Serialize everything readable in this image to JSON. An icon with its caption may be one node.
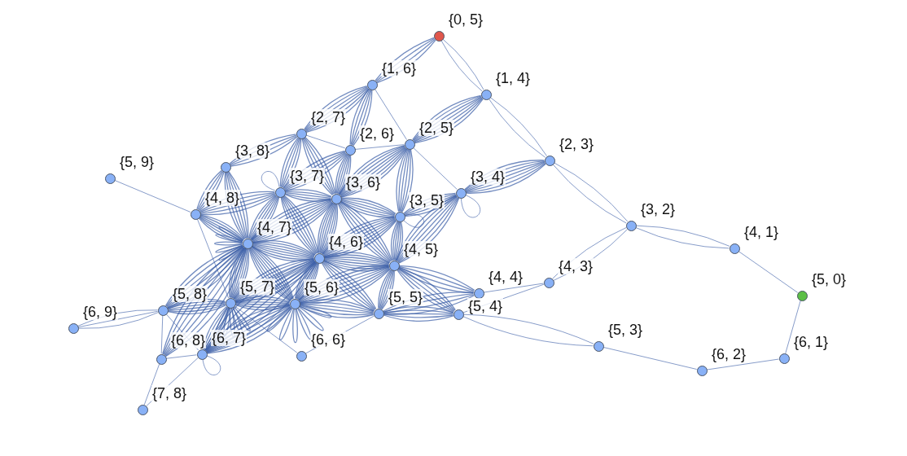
{
  "diagram": {
    "nodes": [
      {
        "text": [],
        "shape": "circle",
        "beside": [
          "{0, 5}"
        ]
      },
      {
        "text": [],
        "shape": "circle",
        "beside": [
          "{1, 6}"
        ]
      },
      {
        "text": [],
        "shape": "circle",
        "beside": [
          "{1, 4}"
        ]
      },
      {
        "text": [],
        "shape": "circle",
        "beside": [
          "{2, 7}"
        ]
      },
      {
        "text": [],
        "shape": "circle",
        "beside": [
          "{2, 5}"
        ]
      },
      {
        "text": [],
        "shape": "circle",
        "beside": [
          "{2, 6}"
        ]
      },
      {
        "text": [],
        "shape": "circle",
        "beside": [
          "{2, 3}"
        ]
      },
      {
        "text": [],
        "shape": "circle",
        "beside": [
          "{3, 8}"
        ]
      },
      {
        "text": [],
        "shape": "circle",
        "beside": [
          "{5, 9}"
        ]
      },
      {
        "text": [],
        "shape": "circle",
        "beside": [
          "{3, 7}"
        ]
      },
      {
        "text": [],
        "shape": "circle",
        "beside": [
          "{3, 4}"
        ]
      },
      {
        "text": [],
        "shape": "circle",
        "beside": [
          "{3, 6}"
        ]
      },
      {
        "text": [],
        "shape": "circle",
        "beside": [
          "{4, 8}"
        ]
      },
      {
        "text": [],
        "shape": "circle",
        "beside": [
          "{3, 5}"
        ]
      },
      {
        "text": [],
        "shape": "circle",
        "beside": [
          "{3, 2}"
        ]
      },
      {
        "text": [],
        "shape": "circle",
        "beside": [
          "{4, 7}"
        ]
      },
      {
        "text": [],
        "shape": "circle",
        "beside": [
          "{4, 1}"
        ]
      },
      {
        "text": [],
        "shape": "circle",
        "beside": [
          "{4, 6}"
        ]
      },
      {
        "text": [],
        "shape": "circle",
        "beside": [
          "{4, 5}"
        ]
      },
      {
        "text": [],
        "shape": "circle",
        "beside": [
          "{4, 3}"
        ]
      },
      {
        "text": [],
        "shape": "circle",
        "beside": [
          "{4, 4}"
        ]
      },
      {
        "text": [],
        "shape": "circle",
        "beside": [
          "{5, 0}"
        ]
      },
      {
        "text": [],
        "shape": "circle",
        "beside": [
          "{5, 7}"
        ]
      },
      {
        "text": [],
        "shape": "circle",
        "beside": [
          "{5, 6}"
        ]
      },
      {
        "text": [],
        "shape": "circle",
        "beside": [
          "{5, 8}"
        ]
      },
      {
        "text": [],
        "shape": "circle",
        "beside": [
          "{5, 5}"
        ]
      },
      {
        "text": [],
        "shape": "circle",
        "beside": [
          "{5, 4}"
        ]
      },
      {
        "text": [],
        "shape": "circle",
        "beside": [
          "{6, 9}"
        ]
      },
      {
        "text": [],
        "shape": "circle",
        "beside": [
          "{5, 3}"
        ]
      },
      {
        "text": [],
        "shape": "circle",
        "beside": [
          "{6, 7}"
        ]
      },
      {
        "text": [],
        "shape": "circle",
        "beside": [
          "{6, 6}"
        ]
      },
      {
        "text": [],
        "shape": "circle",
        "beside": [
          "{6, 8}"
        ]
      },
      {
        "text": [],
        "shape": "circle",
        "beside": [
          "{6, 1}"
        ]
      },
      {
        "text": [],
        "shape": "circle",
        "beside": [
          "{6, 2}"
        ]
      },
      {
        "text": [],
        "shape": "circle",
        "beside": [
          "{7, 8}"
        ]
      }
    ],
    "edges": [
      {
        "from": 0,
        "to": 1,
        "arrow": "none"
      },
      {
        "from": 0,
        "to": 1,
        "arrow": "none"
      },
      {
        "from": 0,
        "to": 1,
        "arrow": "none"
      },
      {
        "from": 0,
        "to": 1,
        "arrow": "none"
      },
      {
        "from": 0,
        "to": 2,
        "arrow": "none"
      },
      {
        "from": 0,
        "to": 2,
        "arrow": "none"
      },
      {
        "from": 1,
        "to": 3,
        "arrow": "none"
      },
      {
        "from": 1,
        "to": 3,
        "arrow": "none"
      },
      {
        "from": 1,
        "to": 3,
        "arrow": "none"
      },
      {
        "from": 1,
        "to": 3,
        "arrow": "none"
      },
      {
        "from": 1,
        "to": 3,
        "arrow": "none"
      },
      {
        "from": 1,
        "to": 3,
        "arrow": "none"
      },
      {
        "from": 1,
        "to": 5,
        "arrow": "none"
      },
      {
        "from": 1,
        "to": 5,
        "arrow": "none"
      },
      {
        "from": 1,
        "to": 5,
        "arrow": "none"
      },
      {
        "from": 1,
        "to": 5,
        "arrow": "none"
      },
      {
        "from": 1,
        "to": 5,
        "arrow": "none"
      },
      {
        "from": 1,
        "to": 4,
        "arrow": "none"
      },
      {
        "from": 2,
        "to": 4,
        "arrow": "none"
      },
      {
        "from": 2,
        "to": 4,
        "arrow": "none"
      },
      {
        "from": 2,
        "to": 4,
        "arrow": "none"
      },
      {
        "from": 2,
        "to": 4,
        "arrow": "none"
      },
      {
        "from": 2,
        "to": 4,
        "arrow": "none"
      },
      {
        "from": 2,
        "to": 4,
        "arrow": "none"
      },
      {
        "from": 2,
        "to": 4,
        "arrow": "none"
      },
      {
        "from": 2,
        "to": 6,
        "arrow": "none"
      },
      {
        "from": 2,
        "to": 6,
        "arrow": "none"
      },
      {
        "from": 3,
        "to": 5,
        "arrow": "none"
      },
      {
        "from": 3,
        "to": 7,
        "arrow": "none"
      },
      {
        "from": 3,
        "to": 7,
        "arrow": "none"
      },
      {
        "from": 3,
        "to": 7,
        "arrow": "none"
      },
      {
        "from": 3,
        "to": 7,
        "arrow": "none"
      },
      {
        "from": 3,
        "to": 9,
        "arrow": "none"
      },
      {
        "from": 3,
        "to": 9,
        "arrow": "none"
      },
      {
        "from": 3,
        "to": 9,
        "arrow": "none"
      },
      {
        "from": 3,
        "to": 9,
        "arrow": "none"
      },
      {
        "from": 3,
        "to": 9,
        "arrow": "none"
      },
      {
        "from": 3,
        "to": 11,
        "arrow": "none"
      },
      {
        "from": 3,
        "to": 11,
        "arrow": "none"
      },
      {
        "from": 3,
        "to": 11,
        "arrow": "none"
      },
      {
        "from": 3,
        "to": 11,
        "arrow": "none"
      },
      {
        "from": 3,
        "to": 11,
        "arrow": "none"
      },
      {
        "from": 5,
        "to": 4,
        "arrow": "none"
      },
      {
        "from": 5,
        "to": 9,
        "arrow": "none"
      },
      {
        "from": 5,
        "to": 9,
        "arrow": "none"
      },
      {
        "from": 5,
        "to": 9,
        "arrow": "none"
      },
      {
        "from": 5,
        "to": 9,
        "arrow": "none"
      },
      {
        "from": 5,
        "to": 9,
        "arrow": "none"
      },
      {
        "from": 5,
        "to": 11,
        "arrow": "none"
      },
      {
        "from": 5,
        "to": 11,
        "arrow": "none"
      },
      {
        "from": 5,
        "to": 11,
        "arrow": "none"
      },
      {
        "from": 5,
        "to": 11,
        "arrow": "none"
      },
      {
        "from": 5,
        "to": 11,
        "arrow": "none"
      },
      {
        "from": 5,
        "to": 11,
        "arrow": "none"
      },
      {
        "from": 4,
        "to": 11,
        "arrow": "none"
      },
      {
        "from": 4,
        "to": 11,
        "arrow": "none"
      },
      {
        "from": 4,
        "to": 11,
        "arrow": "none"
      },
      {
        "from": 4,
        "to": 11,
        "arrow": "none"
      },
      {
        "from": 4,
        "to": 11,
        "arrow": "none"
      },
      {
        "from": 4,
        "to": 11,
        "arrow": "none"
      },
      {
        "from": 4,
        "to": 11,
        "arrow": "none"
      },
      {
        "from": 4,
        "to": 11,
        "arrow": "none"
      },
      {
        "from": 4,
        "to": 13,
        "arrow": "none"
      },
      {
        "from": 4,
        "to": 13,
        "arrow": "none"
      },
      {
        "from": 4,
        "to": 13,
        "arrow": "none"
      },
      {
        "from": 4,
        "to": 13,
        "arrow": "none"
      },
      {
        "from": 4,
        "to": 13,
        "arrow": "none"
      },
      {
        "from": 4,
        "to": 13,
        "arrow": "none"
      },
      {
        "from": 4,
        "to": 10,
        "arrow": "none"
      },
      {
        "from": 6,
        "to": 10,
        "arrow": "none"
      },
      {
        "from": 6,
        "to": 10,
        "arrow": "none"
      },
      {
        "from": 6,
        "to": 10,
        "arrow": "none"
      },
      {
        "from": 6,
        "to": 10,
        "arrow": "none"
      },
      {
        "from": 6,
        "to": 10,
        "arrow": "none"
      },
      {
        "from": 6,
        "to": 10,
        "arrow": "none"
      },
      {
        "from": 6,
        "to": 10,
        "arrow": "none"
      },
      {
        "from": 6,
        "to": 14,
        "arrow": "none"
      },
      {
        "from": 6,
        "to": 14,
        "arrow": "none"
      },
      {
        "from": 7,
        "to": 12,
        "arrow": "none"
      },
      {
        "from": 7,
        "to": 12,
        "arrow": "none"
      },
      {
        "from": 7,
        "to": 12,
        "arrow": "none"
      },
      {
        "from": 7,
        "to": 12,
        "arrow": "none"
      },
      {
        "from": 7,
        "to": 15,
        "arrow": "none"
      },
      {
        "from": 7,
        "to": 15,
        "arrow": "none"
      },
      {
        "from": 7,
        "to": 15,
        "arrow": "none"
      },
      {
        "from": 7,
        "to": 15,
        "arrow": "none"
      },
      {
        "from": 7,
        "to": 15,
        "arrow": "none"
      },
      {
        "from": 7,
        "to": 15,
        "arrow": "none"
      },
      {
        "from": 8,
        "to": 12,
        "arrow": "none"
      },
      {
        "from": 9,
        "to": 9,
        "arrow": "none"
      },
      {
        "from": 9,
        "to": 12,
        "arrow": "none"
      },
      {
        "from": 9,
        "to": 12,
        "arrow": "none"
      },
      {
        "from": 9,
        "to": 12,
        "arrow": "none"
      },
      {
        "from": 9,
        "to": 12,
        "arrow": "none"
      },
      {
        "from": 9,
        "to": 12,
        "arrow": "none"
      },
      {
        "from": 9,
        "to": 11,
        "arrow": "none"
      },
      {
        "from": 9,
        "to": 11,
        "arrow": "none"
      },
      {
        "from": 9,
        "to": 11,
        "arrow": "none"
      },
      {
        "from": 9,
        "to": 11,
        "arrow": "none"
      },
      {
        "from": 9,
        "to": 11,
        "arrow": "none"
      },
      {
        "from": 9,
        "to": 15,
        "arrow": "none"
      },
      {
        "from": 9,
        "to": 15,
        "arrow": "none"
      },
      {
        "from": 9,
        "to": 15,
        "arrow": "none"
      },
      {
        "from": 9,
        "to": 15,
        "arrow": "none"
      },
      {
        "from": 9,
        "to": 15,
        "arrow": "none"
      },
      {
        "from": 9,
        "to": 15,
        "arrow": "none"
      },
      {
        "from": 9,
        "to": 17,
        "arrow": "none"
      },
      {
        "from": 9,
        "to": 17,
        "arrow": "none"
      },
      {
        "from": 9,
        "to": 17,
        "arrow": "none"
      },
      {
        "from": 9,
        "to": 17,
        "arrow": "none"
      },
      {
        "from": 9,
        "to": 17,
        "arrow": "none"
      },
      {
        "from": 9,
        "to": 17,
        "arrow": "none"
      },
      {
        "from": 10,
        "to": 10,
        "arrow": "none"
      },
      {
        "from": 10,
        "to": 13,
        "arrow": "none"
      },
      {
        "from": 10,
        "to": 13,
        "arrow": "none"
      },
      {
        "from": 10,
        "to": 13,
        "arrow": "none"
      },
      {
        "from": 10,
        "to": 13,
        "arrow": "none"
      },
      {
        "from": 10,
        "to": 13,
        "arrow": "none"
      },
      {
        "from": 10,
        "to": 18,
        "arrow": "none"
      },
      {
        "from": 10,
        "to": 18,
        "arrow": "none"
      },
      {
        "from": 10,
        "to": 18,
        "arrow": "none"
      },
      {
        "from": 10,
        "to": 18,
        "arrow": "none"
      },
      {
        "from": 10,
        "to": 18,
        "arrow": "none"
      },
      {
        "from": 10,
        "to": 18,
        "arrow": "none"
      },
      {
        "from": 10,
        "to": 18,
        "arrow": "none"
      },
      {
        "from": 11,
        "to": 13,
        "arrow": "none"
      },
      {
        "from": 11,
        "to": 13,
        "arrow": "none"
      },
      {
        "from": 11,
        "to": 13,
        "arrow": "none"
      },
      {
        "from": 11,
        "to": 13,
        "arrow": "none"
      },
      {
        "from": 11,
        "to": 13,
        "arrow": "none"
      },
      {
        "from": 11,
        "to": 13,
        "arrow": "none"
      },
      {
        "from": 11,
        "to": 15,
        "arrow": "none"
      },
      {
        "from": 11,
        "to": 15,
        "arrow": "none"
      },
      {
        "from": 11,
        "to": 15,
        "arrow": "none"
      },
      {
        "from": 11,
        "to": 15,
        "arrow": "none"
      },
      {
        "from": 11,
        "to": 15,
        "arrow": "none"
      },
      {
        "from": 11,
        "to": 15,
        "arrow": "none"
      },
      {
        "from": 11,
        "to": 15,
        "arrow": "none"
      },
      {
        "from": 11,
        "to": 15,
        "arrow": "none"
      },
      {
        "from": 11,
        "to": 17,
        "arrow": "none"
      },
      {
        "from": 11,
        "to": 17,
        "arrow": "none"
      },
      {
        "from": 11,
        "to": 17,
        "arrow": "none"
      },
      {
        "from": 11,
        "to": 17,
        "arrow": "none"
      },
      {
        "from": 11,
        "to": 17,
        "arrow": "none"
      },
      {
        "from": 11,
        "to": 17,
        "arrow": "none"
      },
      {
        "from": 11,
        "to": 17,
        "arrow": "none"
      },
      {
        "from": 11,
        "to": 17,
        "arrow": "none"
      },
      {
        "from": 11,
        "to": 18,
        "arrow": "none"
      },
      {
        "from": 11,
        "to": 18,
        "arrow": "none"
      },
      {
        "from": 11,
        "to": 18,
        "arrow": "none"
      },
      {
        "from": 11,
        "to": 18,
        "arrow": "none"
      },
      {
        "from": 11,
        "to": 18,
        "arrow": "none"
      },
      {
        "from": 11,
        "to": 18,
        "arrow": "none"
      },
      {
        "from": 12,
        "to": 15,
        "arrow": "none"
      },
      {
        "from": 12,
        "to": 15,
        "arrow": "none"
      },
      {
        "from": 12,
        "to": 15,
        "arrow": "none"
      },
      {
        "from": 12,
        "to": 15,
        "arrow": "none"
      },
      {
        "from": 12,
        "to": 15,
        "arrow": "none"
      },
      {
        "from": 12,
        "to": 15,
        "arrow": "none"
      },
      {
        "from": 12,
        "to": 22,
        "arrow": "none"
      },
      {
        "from": 13,
        "to": 13,
        "arrow": "none"
      },
      {
        "from": 13,
        "to": 17,
        "arrow": "none"
      },
      {
        "from": 13,
        "to": 17,
        "arrow": "none"
      },
      {
        "from": 13,
        "to": 17,
        "arrow": "none"
      },
      {
        "from": 13,
        "to": 17,
        "arrow": "none"
      },
      {
        "from": 13,
        "to": 17,
        "arrow": "none"
      },
      {
        "from": 13,
        "to": 17,
        "arrow": "none"
      },
      {
        "from": 13,
        "to": 17,
        "arrow": "none"
      },
      {
        "from": 13,
        "to": 17,
        "arrow": "none"
      },
      {
        "from": 13,
        "to": 18,
        "arrow": "none"
      },
      {
        "from": 13,
        "to": 18,
        "arrow": "none"
      },
      {
        "from": 13,
        "to": 18,
        "arrow": "none"
      },
      {
        "from": 13,
        "to": 18,
        "arrow": "none"
      },
      {
        "from": 13,
        "to": 18,
        "arrow": "none"
      },
      {
        "from": 13,
        "to": 18,
        "arrow": "none"
      },
      {
        "from": 14,
        "to": 16,
        "arrow": "none"
      },
      {
        "from": 14,
        "to": 16,
        "arrow": "none"
      },
      {
        "from": 14,
        "to": 19,
        "arrow": "none"
      },
      {
        "from": 14,
        "to": 19,
        "arrow": "none"
      },
      {
        "from": 16,
        "to": 21,
        "arrow": "none"
      },
      {
        "from": 21,
        "to": 32,
        "arrow": "none"
      },
      {
        "from": 32,
        "to": 33,
        "arrow": "none"
      },
      {
        "from": 33,
        "to": 28,
        "arrow": "none"
      },
      {
        "from": 28,
        "to": 26,
        "arrow": "none"
      },
      {
        "from": 28,
        "to": 26,
        "arrow": "none"
      },
      {
        "from": 19,
        "to": 20,
        "arrow": "none"
      },
      {
        "from": 19,
        "to": 26,
        "arrow": "none"
      },
      {
        "from": 15,
        "to": 15,
        "arrow": "none"
      },
      {
        "from": 15,
        "to": 15,
        "arrow": "none"
      },
      {
        "from": 15,
        "to": 15,
        "arrow": "none"
      },
      {
        "from": 15,
        "to": 15,
        "arrow": "none"
      },
      {
        "from": 15,
        "to": 15,
        "arrow": "none"
      },
      {
        "from": 15,
        "to": 17,
        "arrow": "none"
      },
      {
        "from": 15,
        "to": 17,
        "arrow": "none"
      },
      {
        "from": 15,
        "to": 17,
        "arrow": "none"
      },
      {
        "from": 15,
        "to": 17,
        "arrow": "none"
      },
      {
        "from": 15,
        "to": 17,
        "arrow": "none"
      },
      {
        "from": 15,
        "to": 17,
        "arrow": "none"
      },
      {
        "from": 15,
        "to": 17,
        "arrow": "none"
      },
      {
        "from": 15,
        "to": 17,
        "arrow": "none"
      },
      {
        "from": 15,
        "to": 22,
        "arrow": "none"
      },
      {
        "from": 15,
        "to": 22,
        "arrow": "none"
      },
      {
        "from": 15,
        "to": 22,
        "arrow": "none"
      },
      {
        "from": 15,
        "to": 22,
        "arrow": "none"
      },
      {
        "from": 15,
        "to": 22,
        "arrow": "none"
      },
      {
        "from": 15,
        "to": 22,
        "arrow": "none"
      },
      {
        "from": 15,
        "to": 22,
        "arrow": "none"
      },
      {
        "from": 15,
        "to": 22,
        "arrow": "none"
      },
      {
        "from": 15,
        "to": 23,
        "arrow": "none"
      },
      {
        "from": 15,
        "to": 23,
        "arrow": "none"
      },
      {
        "from": 15,
        "to": 23,
        "arrow": "none"
      },
      {
        "from": 15,
        "to": 23,
        "arrow": "none"
      },
      {
        "from": 15,
        "to": 23,
        "arrow": "none"
      },
      {
        "from": 15,
        "to": 23,
        "arrow": "none"
      },
      {
        "from": 15,
        "to": 23,
        "arrow": "none"
      },
      {
        "from": 15,
        "to": 23,
        "arrow": "none"
      },
      {
        "from": 15,
        "to": 24,
        "arrow": "none"
      },
      {
        "from": 15,
        "to": 24,
        "arrow": "none"
      },
      {
        "from": 15,
        "to": 24,
        "arrow": "none"
      },
      {
        "from": 15,
        "to": 24,
        "arrow": "none"
      },
      {
        "from": 15,
        "to": 24,
        "arrow": "none"
      },
      {
        "from": 15,
        "to": 24,
        "arrow": "none"
      },
      {
        "from": 15,
        "to": 31,
        "arrow": "none"
      },
      {
        "from": 15,
        "to": 31,
        "arrow": "none"
      },
      {
        "from": 15,
        "to": 31,
        "arrow": "none"
      },
      {
        "from": 15,
        "to": 31,
        "arrow": "none"
      },
      {
        "from": 15,
        "to": 31,
        "arrow": "none"
      },
      {
        "from": 15,
        "to": 31,
        "arrow": "none"
      },
      {
        "from": 15,
        "to": 31,
        "arrow": "none"
      },
      {
        "from": 17,
        "to": 18,
        "arrow": "none"
      },
      {
        "from": 17,
        "to": 18,
        "arrow": "none"
      },
      {
        "from": 17,
        "to": 18,
        "arrow": "none"
      },
      {
        "from": 17,
        "to": 18,
        "arrow": "none"
      },
      {
        "from": 17,
        "to": 18,
        "arrow": "none"
      },
      {
        "from": 17,
        "to": 18,
        "arrow": "none"
      },
      {
        "from": 17,
        "to": 18,
        "arrow": "none"
      },
      {
        "from": 17,
        "to": 18,
        "arrow": "none"
      },
      {
        "from": 17,
        "to": 22,
        "arrow": "none"
      },
      {
        "from": 17,
        "to": 22,
        "arrow": "none"
      },
      {
        "from": 17,
        "to": 22,
        "arrow": "none"
      },
      {
        "from": 17,
        "to": 22,
        "arrow": "none"
      },
      {
        "from": 17,
        "to": 22,
        "arrow": "none"
      },
      {
        "from": 17,
        "to": 22,
        "arrow": "none"
      },
      {
        "from": 17,
        "to": 22,
        "arrow": "none"
      },
      {
        "from": 17,
        "to": 22,
        "arrow": "none"
      },
      {
        "from": 17,
        "to": 23,
        "arrow": "none"
      },
      {
        "from": 17,
        "to": 23,
        "arrow": "none"
      },
      {
        "from": 17,
        "to": 23,
        "arrow": "none"
      },
      {
        "from": 17,
        "to": 23,
        "arrow": "none"
      },
      {
        "from": 17,
        "to": 23,
        "arrow": "none"
      },
      {
        "from": 17,
        "to": 23,
        "arrow": "none"
      },
      {
        "from": 17,
        "to": 23,
        "arrow": "none"
      },
      {
        "from": 17,
        "to": 23,
        "arrow": "none"
      },
      {
        "from": 17,
        "to": 25,
        "arrow": "none"
      },
      {
        "from": 17,
        "to": 25,
        "arrow": "none"
      },
      {
        "from": 17,
        "to": 25,
        "arrow": "none"
      },
      {
        "from": 17,
        "to": 25,
        "arrow": "none"
      },
      {
        "from": 17,
        "to": 25,
        "arrow": "none"
      },
      {
        "from": 17,
        "to": 29,
        "arrow": "none"
      },
      {
        "from": 17,
        "to": 29,
        "arrow": "none"
      },
      {
        "from": 17,
        "to": 29,
        "arrow": "none"
      },
      {
        "from": 17,
        "to": 29,
        "arrow": "none"
      },
      {
        "from": 17,
        "to": 29,
        "arrow": "none"
      },
      {
        "from": 17,
        "to": 29,
        "arrow": "none"
      },
      {
        "from": 17,
        "to": 29,
        "arrow": "none"
      },
      {
        "from": 18,
        "to": 23,
        "arrow": "none"
      },
      {
        "from": 18,
        "to": 23,
        "arrow": "none"
      },
      {
        "from": 18,
        "to": 23,
        "arrow": "none"
      },
      {
        "from": 18,
        "to": 23,
        "arrow": "none"
      },
      {
        "from": 18,
        "to": 23,
        "arrow": "none"
      },
      {
        "from": 18,
        "to": 23,
        "arrow": "none"
      },
      {
        "from": 18,
        "to": 23,
        "arrow": "none"
      },
      {
        "from": 18,
        "to": 23,
        "arrow": "none"
      },
      {
        "from": 18,
        "to": 25,
        "arrow": "none"
      },
      {
        "from": 18,
        "to": 25,
        "arrow": "none"
      },
      {
        "from": 18,
        "to": 25,
        "arrow": "none"
      },
      {
        "from": 18,
        "to": 25,
        "arrow": "none"
      },
      {
        "from": 18,
        "to": 25,
        "arrow": "none"
      },
      {
        "from": 18,
        "to": 25,
        "arrow": "none"
      },
      {
        "from": 18,
        "to": 26,
        "arrow": "none"
      },
      {
        "from": 18,
        "to": 26,
        "arrow": "none"
      },
      {
        "from": 18,
        "to": 26,
        "arrow": "none"
      },
      {
        "from": 18,
        "to": 26,
        "arrow": "none"
      },
      {
        "from": 18,
        "to": 26,
        "arrow": "none"
      },
      {
        "from": 18,
        "to": 20,
        "arrow": "none"
      },
      {
        "from": 18,
        "to": 20,
        "arrow": "none"
      },
      {
        "from": 18,
        "to": 20,
        "arrow": "none"
      },
      {
        "from": 18,
        "to": 20,
        "arrow": "none"
      },
      {
        "from": 22,
        "to": 23,
        "arrow": "none"
      },
      {
        "from": 22,
        "to": 23,
        "arrow": "none"
      },
      {
        "from": 22,
        "to": 23,
        "arrow": "none"
      },
      {
        "from": 22,
        "to": 23,
        "arrow": "none"
      },
      {
        "from": 22,
        "to": 23,
        "arrow": "none"
      },
      {
        "from": 22,
        "to": 23,
        "arrow": "none"
      },
      {
        "from": 22,
        "to": 24,
        "arrow": "none"
      },
      {
        "from": 22,
        "to": 24,
        "arrow": "none"
      },
      {
        "from": 22,
        "to": 24,
        "arrow": "none"
      },
      {
        "from": 22,
        "to": 24,
        "arrow": "none"
      },
      {
        "from": 22,
        "to": 24,
        "arrow": "none"
      },
      {
        "from": 22,
        "to": 24,
        "arrow": "none"
      },
      {
        "from": 22,
        "to": 29,
        "arrow": "none"
      },
      {
        "from": 22,
        "to": 29,
        "arrow": "none"
      },
      {
        "from": 22,
        "to": 29,
        "arrow": "none"
      },
      {
        "from": 22,
        "to": 29,
        "arrow": "none"
      },
      {
        "from": 22,
        "to": 29,
        "arrow": "none"
      },
      {
        "from": 22,
        "to": 30,
        "arrow": "none"
      },
      {
        "from": 22,
        "to": 22,
        "arrow": "none"
      },
      {
        "from": 22,
        "to": 22,
        "arrow": "none"
      },
      {
        "from": 22,
        "to": 22,
        "arrow": "none"
      },
      {
        "from": 22,
        "to": 22,
        "arrow": "none"
      },
      {
        "from": 22,
        "to": 22,
        "arrow": "none"
      },
      {
        "from": 23,
        "to": 23,
        "arrow": "none"
      },
      {
        "from": 23,
        "to": 23,
        "arrow": "none"
      },
      {
        "from": 23,
        "to": 23,
        "arrow": "none"
      },
      {
        "from": 23,
        "to": 23,
        "arrow": "none"
      },
      {
        "from": 23,
        "to": 23,
        "arrow": "none"
      },
      {
        "from": 23,
        "to": 23,
        "arrow": "none"
      },
      {
        "from": 23,
        "to": 25,
        "arrow": "none"
      },
      {
        "from": 23,
        "to": 25,
        "arrow": "none"
      },
      {
        "from": 23,
        "to": 25,
        "arrow": "none"
      },
      {
        "from": 23,
        "to": 25,
        "arrow": "none"
      },
      {
        "from": 23,
        "to": 25,
        "arrow": "none"
      },
      {
        "from": 23,
        "to": 25,
        "arrow": "none"
      },
      {
        "from": 23,
        "to": 29,
        "arrow": "none"
      },
      {
        "from": 23,
        "to": 29,
        "arrow": "none"
      },
      {
        "from": 23,
        "to": 29,
        "arrow": "none"
      },
      {
        "from": 23,
        "to": 29,
        "arrow": "none"
      },
      {
        "from": 23,
        "to": 29,
        "arrow": "none"
      },
      {
        "from": 23,
        "to": 29,
        "arrow": "none"
      },
      {
        "from": 23,
        "to": 29,
        "arrow": "none"
      },
      {
        "from": 25,
        "to": 30,
        "arrow": "none"
      },
      {
        "from": 25,
        "to": 26,
        "arrow": "none"
      },
      {
        "from": 25,
        "to": 26,
        "arrow": "none"
      },
      {
        "from": 25,
        "to": 26,
        "arrow": "none"
      },
      {
        "from": 25,
        "to": 26,
        "arrow": "none"
      },
      {
        "from": 25,
        "to": 26,
        "arrow": "none"
      },
      {
        "from": 25,
        "to": 20,
        "arrow": "none"
      },
      {
        "from": 25,
        "to": 20,
        "arrow": "none"
      },
      {
        "from": 25,
        "to": 20,
        "arrow": "none"
      },
      {
        "from": 25,
        "to": 20,
        "arrow": "none"
      },
      {
        "from": 24,
        "to": 27,
        "arrow": "none"
      },
      {
        "from": 24,
        "to": 27,
        "arrow": "none"
      },
      {
        "from": 24,
        "to": 27,
        "arrow": "none"
      },
      {
        "from": 24,
        "to": 31,
        "arrow": "none"
      },
      {
        "from": 24,
        "to": 29,
        "arrow": "none"
      },
      {
        "from": 31,
        "to": 29,
        "arrow": "none"
      },
      {
        "from": 31,
        "to": 34,
        "arrow": "none"
      },
      {
        "from": 29,
        "to": 34,
        "arrow": "none"
      },
      {
        "from": 29,
        "to": 29,
        "arrow": "none"
      }
    ]
  }
}
